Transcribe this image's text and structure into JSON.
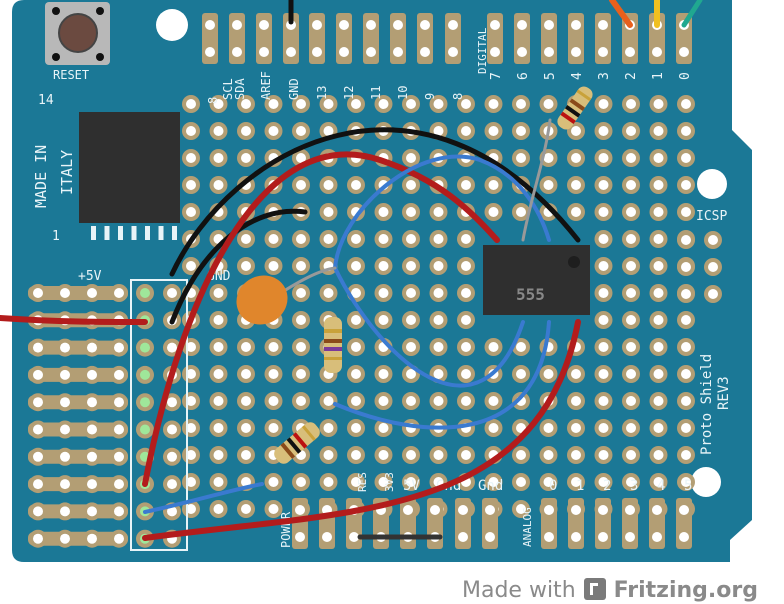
{
  "board": {
    "name": "Proto Shield",
    "revision": "REV3",
    "reset_label": "RESET",
    "made_in": [
      "MADE IN",
      "ITALY"
    ],
    "icsp_label": "ICSP",
    "pin_14": "14",
    "pin_1": "1",
    "plus5v_label": "+5V",
    "gnd_label": "GND",
    "colors": {
      "board": "#1b7896",
      "pad": "#b39e74",
      "silk": "#e8f4f8",
      "chip": "#2f2f2f"
    }
  },
  "digital_header": {
    "section_label": "DIGITAL",
    "labels_left": [
      "SCL",
      "SDA",
      "AREF",
      "GND",
      "13",
      "12",
      "11",
      "10",
      "9",
      "8"
    ],
    "labels_right": [
      "7",
      "6",
      "5",
      "4",
      "3",
      "2",
      "1",
      "0"
    ],
    "extra_label": "8"
  },
  "power_header": {
    "section_label": "POWER",
    "labels": [
      "RES",
      "3V3",
      "5V",
      "Gnd",
      "Gnd"
    ]
  },
  "analog_header": {
    "section_label": "ANALOG",
    "labels": [
      "0",
      "1",
      "2",
      "3",
      "4",
      "5"
    ]
  },
  "components": {
    "timer_chip": {
      "label": "555"
    }
  },
  "footer": {
    "made_with": "Made with",
    "brand": "Fritzing.org"
  }
}
